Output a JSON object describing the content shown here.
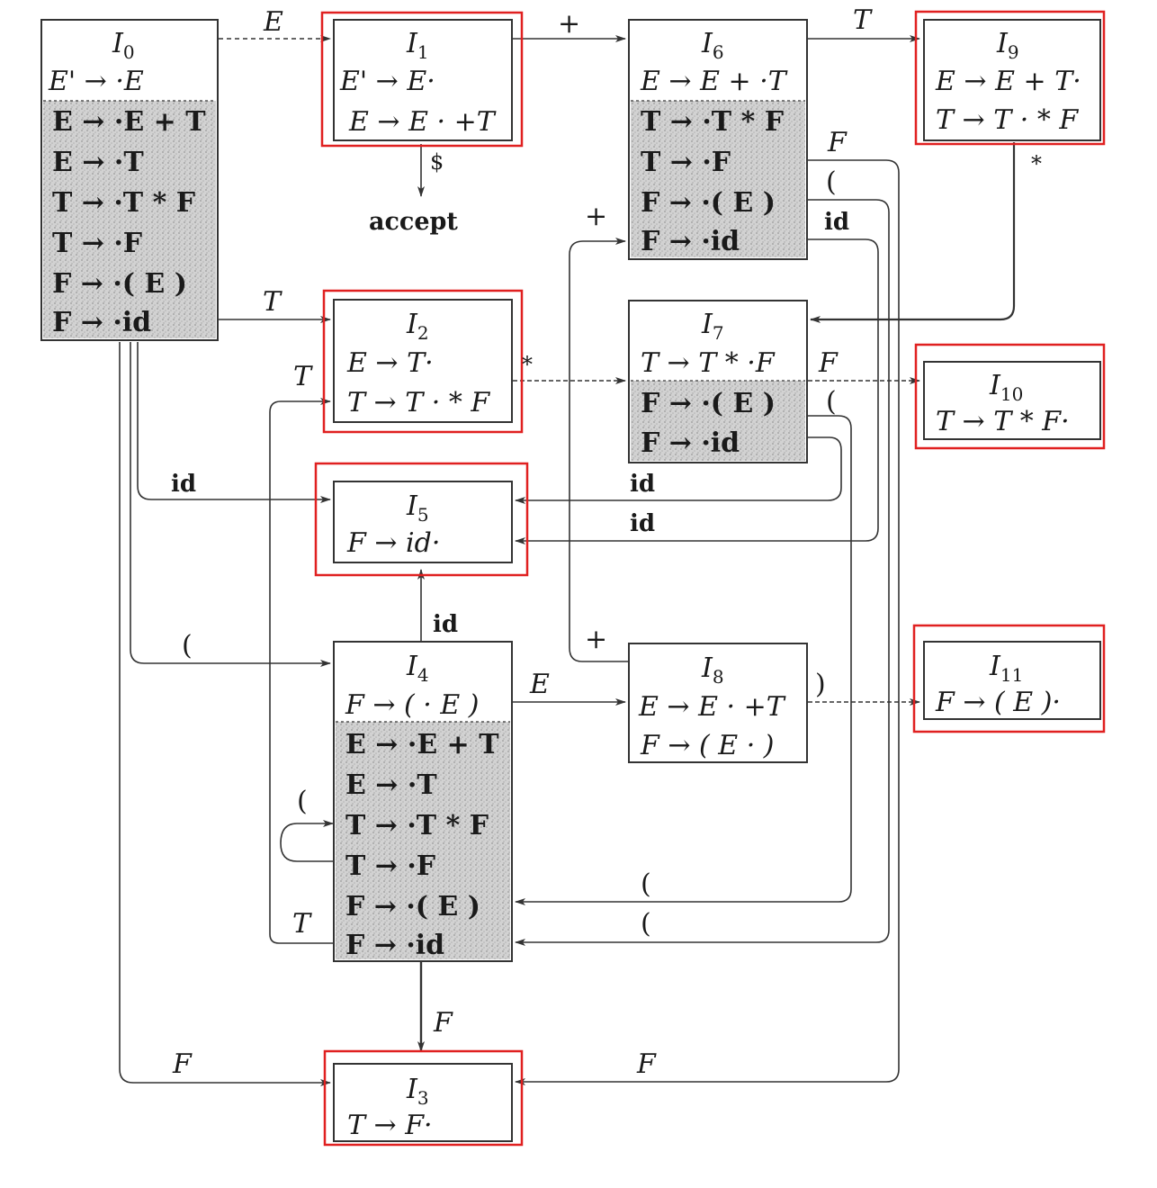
{
  "colors": {
    "highlight": "#e02020",
    "ink": "#1a1a1a",
    "shade": "#d6d6d6"
  },
  "accept_label": "accept",
  "states": {
    "I0": {
      "title": "I0",
      "kernel": [
        "E' → ·E"
      ],
      "closure": [
        "E → ·E + T",
        "E → ·T",
        "T → ·T * F",
        "T → ·F",
        "F → ·( E )",
        "F → ·id"
      ]
    },
    "I1": {
      "title": "I1",
      "kernel": [
        "E' → E·",
        "E → E · +T"
      ],
      "closure": []
    },
    "I2": {
      "title": "I2",
      "kernel": [
        "E → T·",
        "T → T · * F"
      ],
      "closure": []
    },
    "I3": {
      "title": "I3",
      "kernel": [
        "T → F·"
      ],
      "closure": []
    },
    "I4": {
      "title": "I4",
      "kernel": [
        "F → ( · E )"
      ],
      "closure": [
        "E → ·E + T",
        "E → ·T",
        "T → ·T * F",
        "T → ·F",
        "F → ·( E )",
        "F → ·id"
      ]
    },
    "I5": {
      "title": "I5",
      "kernel": [
        "F → id·"
      ],
      "closure": []
    },
    "I6": {
      "title": "I6",
      "kernel": [
        "E → E + ·T"
      ],
      "closure": [
        "T → ·T * F",
        "T → ·F",
        "F → ·( E )",
        "F → ·id"
      ]
    },
    "I7": {
      "title": "I7",
      "kernel": [
        "T → T * ·F"
      ],
      "closure": [
        "F → ·( E )",
        "F → ·id"
      ]
    },
    "I8": {
      "title": "I8",
      "kernel": [
        "E → E · +T",
        "F → ( E · )"
      ],
      "closure": []
    },
    "I9": {
      "title": "I9",
      "kernel": [
        "E → E + T·",
        "T → T · * F"
      ],
      "closure": []
    },
    "I10": {
      "title": "I10",
      "kernel": [
        "T → T * F·"
      ],
      "closure": []
    },
    "I11": {
      "title": "I11",
      "kernel": [
        "F → ( E )·"
      ],
      "closure": []
    }
  },
  "edge_labels": {
    "e0_1": "E",
    "e0_2": "T",
    "e0_5": "id",
    "e0_4": "(",
    "e0_3": "F",
    "e1_6": "+",
    "e1_acc": "$",
    "e2_7": "*",
    "e2_t": "T",
    "e6_9": "T",
    "e6_3": "F",
    "e6_4": "(",
    "e6_5": "id",
    "e9_7": "*",
    "e7_10": "F",
    "e7_4": "(",
    "e7_5": "id",
    "e6_5b": "id",
    "e4_5": "id",
    "e4_8": "E",
    "e4_self": "(",
    "e4_t": "T",
    "e4_3": "F",
    "e8_11": ")",
    "e8_6": "+",
    "e7_4b": "(",
    "e6_4b": "(",
    "e6_3b": "F"
  }
}
